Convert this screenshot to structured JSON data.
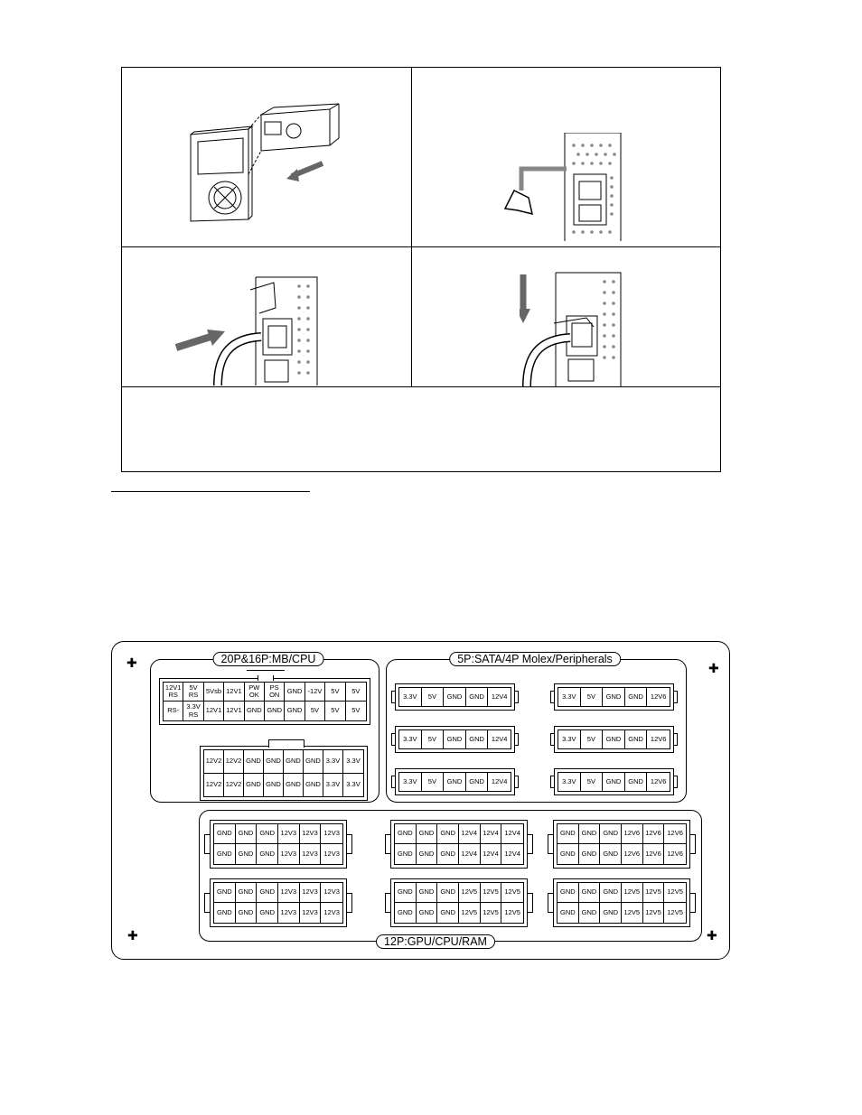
{
  "panel": {
    "screw_glyph": "✚",
    "groups": {
      "mb": {
        "label": "20P&16P:MB/CPU"
      },
      "sata": {
        "label": "5P:SATA/4P Molex/Peripherals"
      },
      "gpu": {
        "label": "12P:GPU/CPU/RAM"
      }
    },
    "mb_20p": {
      "cols": 10,
      "rows": [
        [
          "12V1\nRS",
          "5V\nRS",
          "5Vsb",
          "12V1",
          "PW\nOK",
          "PS\nON",
          "GND",
          "-12V",
          "5V",
          "5V"
        ],
        [
          "RS-",
          "3.3V\nRS",
          "12V1",
          "12V1",
          "GND",
          "GND",
          "GND",
          "5V",
          "5V",
          "5V"
        ]
      ]
    },
    "mb_16p": {
      "cols": 8,
      "rows": [
        [
          "12V2",
          "12V2",
          "GND",
          "GND",
          "GND",
          "GND",
          "3.3V",
          "3.3V"
        ],
        [
          "12V2",
          "12V2",
          "GND",
          "GND",
          "GND",
          "GND",
          "3.3V",
          "3.3V"
        ]
      ]
    },
    "sata_5p": [
      [
        "3.3V",
        "5V",
        "GND",
        "GND",
        "12V4"
      ],
      [
        "3.3V",
        "5V",
        "GND",
        "GND",
        "12V4"
      ],
      [
        "3.3V",
        "5V",
        "GND",
        "GND",
        "12V4"
      ],
      [
        "3.3V",
        "5V",
        "GND",
        "GND",
        "12V6"
      ],
      [
        "3.3V",
        "5V",
        "GND",
        "GND",
        "12V6"
      ],
      [
        "3.3V",
        "5V",
        "GND",
        "GND",
        "12V6"
      ]
    ],
    "gpu_12p": [
      [
        [
          "GND",
          "GND",
          "GND",
          "12V3",
          "12V3",
          "12V3"
        ],
        [
          "GND",
          "GND",
          "GND",
          "12V3",
          "12V3",
          "12V3"
        ]
      ],
      [
        [
          "GND",
          "GND",
          "GND",
          "12V4",
          "12V4",
          "12V4"
        ],
        [
          "GND",
          "GND",
          "GND",
          "12V4",
          "12V4",
          "12V4"
        ]
      ],
      [
        [
          "GND",
          "GND",
          "GND",
          "12V6",
          "12V6",
          "12V6"
        ],
        [
          "GND",
          "GND",
          "GND",
          "12V6",
          "12V6",
          "12V6"
        ]
      ],
      [
        [
          "GND",
          "GND",
          "GND",
          "12V3",
          "12V3",
          "12V3"
        ],
        [
          "GND",
          "GND",
          "GND",
          "12V3",
          "12V3",
          "12V3"
        ]
      ],
      [
        [
          "GND",
          "GND",
          "GND",
          "12V5",
          "12V5",
          "12V5"
        ],
        [
          "GND",
          "GND",
          "GND",
          "12V5",
          "12V5",
          "12V5"
        ]
      ],
      [
        [
          "GND",
          "GND",
          "GND",
          "12V5",
          "12V5",
          "12V5"
        ],
        [
          "GND",
          "GND",
          "GND",
          "12V5",
          "12V5",
          "12V5"
        ]
      ]
    ]
  }
}
